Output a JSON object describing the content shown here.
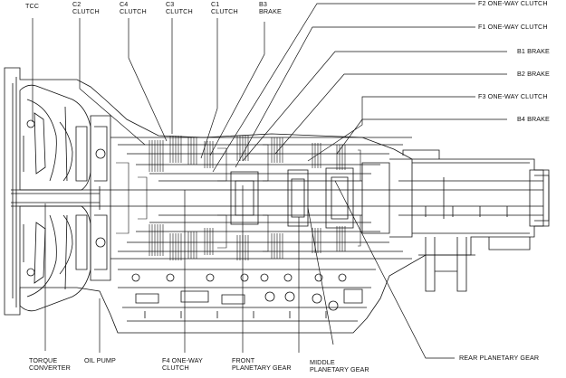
{
  "labels": {
    "tcc": "TCC",
    "c2": "C2\nCLUTCH",
    "c4": "C4\nCLUTCH",
    "c3": "C3\nCLUTCH",
    "c1": "C1\nCLUTCH",
    "b3": "B3\nBRAKE",
    "f2": "F2 ONE-WAY CLUTCH",
    "f1": "F1 ONE-WAY CLUTCH",
    "b1": "B1 BRAKE",
    "b2": "B2 BRAKE",
    "f3": "F3 ONE-WAY CLUTCH",
    "b4": "B4 BRAKE",
    "torque_converter": "TORQUE\nCONVERTER",
    "oil_pump": "OIL PUMP",
    "f4": "F4 ONE-WAY\nCLUTCH",
    "front_planetary": "FRONT\nPLANETARY GEAR",
    "middle_planetary": "MIDDLE\nPLANETARY GEAR",
    "rear_planetary": "REAR PLANETARY GEAR"
  },
  "colors": {
    "line": "#111111",
    "background": "#ffffff"
  }
}
